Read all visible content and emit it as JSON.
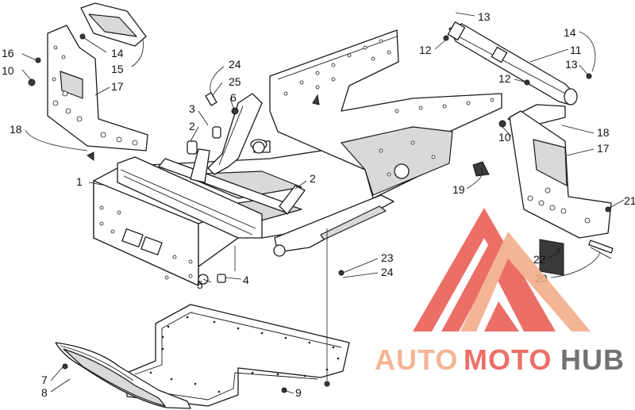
{
  "diagram": {
    "callouts": [
      {
        "id": "c13a",
        "text": "13"
      },
      {
        "id": "c14a",
        "text": "14"
      },
      {
        "id": "c11",
        "text": "11"
      },
      {
        "id": "c13b",
        "text": "13"
      },
      {
        "id": "c12a",
        "text": "12"
      },
      {
        "id": "c12b",
        "text": "12"
      },
      {
        "id": "c18a",
        "text": "18"
      },
      {
        "id": "c10a",
        "text": "10"
      },
      {
        "id": "c17a",
        "text": "17"
      },
      {
        "id": "c19",
        "text": "19"
      },
      {
        "id": "c21",
        "text": "21"
      },
      {
        "id": "c22",
        "text": "22"
      },
      {
        "id": "c20",
        "text": "20"
      },
      {
        "id": "c16",
        "text": "16"
      },
      {
        "id": "c10b",
        "text": "10"
      },
      {
        "id": "c14b",
        "text": "14"
      },
      {
        "id": "c15",
        "text": "15"
      },
      {
        "id": "c17b",
        "text": "17"
      },
      {
        "id": "c18b",
        "text": "18"
      },
      {
        "id": "c24a",
        "text": "24"
      },
      {
        "id": "c25",
        "text": "25"
      },
      {
        "id": "c6",
        "text": "6"
      },
      {
        "id": "c3",
        "text": "3"
      },
      {
        "id": "c2a",
        "text": "2"
      },
      {
        "id": "c1",
        "text": "1"
      },
      {
        "id": "c2b",
        "text": "2"
      },
      {
        "id": "c5",
        "text": "5"
      },
      {
        "id": "c4",
        "text": "4"
      },
      {
        "id": "c23",
        "text": "23"
      },
      {
        "id": "c24b",
        "text": "24"
      },
      {
        "id": "c7",
        "text": "7"
      },
      {
        "id": "c8",
        "text": "8"
      },
      {
        "id": "c9",
        "text": "9"
      }
    ]
  },
  "watermark": {
    "part1": "AUTO",
    "part2": "MOTO",
    "part3": "HUB",
    "color_light": "#f3a982",
    "color_accent": "#e8574d",
    "color_dark": "#5a5a5a"
  }
}
